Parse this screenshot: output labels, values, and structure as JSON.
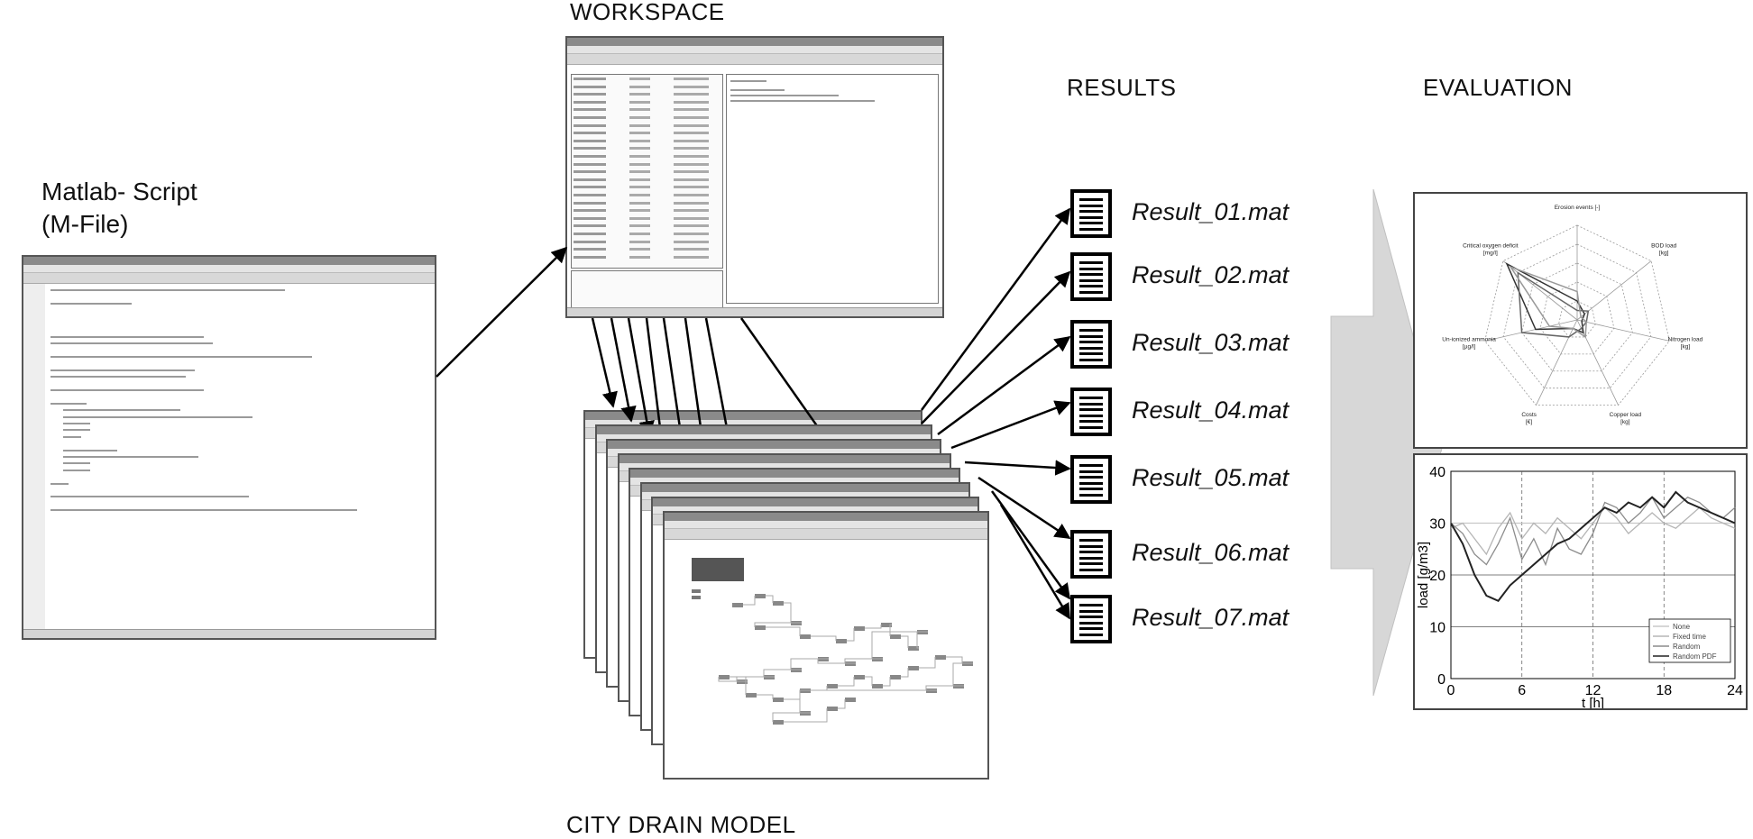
{
  "labels": {
    "workspace": "WORKSPACE",
    "results": "RESULTS",
    "evaluation": "EVALUATION",
    "script_line1": "Matlab- Script",
    "script_line2": "(M-File)",
    "city_drain": "CITY DRAIN MODEL"
  },
  "result_files": [
    "Result_01.mat",
    "Result_02.mat",
    "Result_03.mat",
    "Result_04.mat",
    "Result_05.mat",
    "Result_06.mat",
    "Result_07.mat"
  ],
  "radar_chart": {
    "axes": [
      "Erosion events [-]",
      "BOD load\n[kg]",
      "Nitrogen load\n[kg]",
      "Copper load\n[kg]",
      "Costs\n[€]",
      "Un-ionized ammonia\n[µg/l]",
      "Critical oxygen deficit\n[mg/l]"
    ]
  },
  "chart_data": {
    "type": "line",
    "xlabel": "t [h]",
    "ylabel": "load [g/m3]",
    "xlim": [
      0,
      24
    ],
    "ylim": [
      0,
      40
    ],
    "xticks": [
      0,
      6,
      12,
      18,
      24
    ],
    "yticks": [
      0,
      10,
      20,
      30,
      40
    ],
    "series": [
      {
        "name": "None",
        "color": "#c8c8c8",
        "x": [
          0,
          1,
          2,
          3,
          4,
          5,
          6,
          7,
          8,
          9,
          10,
          11,
          12,
          13,
          14,
          15,
          16,
          17,
          18,
          19,
          20,
          21,
          22,
          23,
          24
        ],
        "y": [
          30,
          30,
          30,
          30,
          30,
          30,
          30,
          30,
          30,
          30,
          30,
          30,
          30,
          30,
          30,
          30,
          30,
          30,
          30,
          30,
          30,
          30,
          30,
          30,
          30
        ]
      },
      {
        "name": "Fixed time",
        "color": "#b5b5b5",
        "x": [
          0,
          1,
          2,
          3,
          4,
          5,
          6,
          7,
          8,
          9,
          10,
          11,
          12,
          13,
          14,
          15,
          16,
          17,
          18,
          19,
          20,
          21,
          22,
          23,
          24
        ],
        "y": [
          29,
          30,
          27,
          24,
          29,
          32,
          27,
          30,
          28,
          31,
          29,
          27,
          30,
          33,
          31,
          28,
          30,
          32,
          30,
          29,
          31,
          33,
          31,
          30,
          29
        ]
      },
      {
        "name": "Random",
        "color": "#8c8c8c",
        "x": [
          0,
          1,
          2,
          3,
          4,
          5,
          6,
          7,
          8,
          9,
          10,
          11,
          12,
          13,
          14,
          15,
          16,
          17,
          18,
          19,
          20,
          21,
          22,
          23,
          24
        ],
        "y": [
          30,
          28,
          24,
          22,
          26,
          31,
          23,
          27,
          22,
          29,
          25,
          24,
          28,
          34,
          33,
          30,
          32,
          35,
          31,
          33,
          35,
          34,
          32,
          31,
          33
        ]
      },
      {
        "name": "Random PDF",
        "color": "#222222",
        "x": [
          0,
          1,
          2,
          3,
          4,
          5,
          6,
          7,
          8,
          9,
          10,
          11,
          12,
          13,
          14,
          15,
          16,
          17,
          18,
          19,
          20,
          21,
          22,
          23,
          24
        ],
        "y": [
          30,
          26,
          20,
          16,
          15,
          18,
          20,
          22,
          24,
          26,
          27,
          29,
          31,
          33,
          32,
          34,
          33,
          35,
          33,
          36,
          34,
          33,
          32,
          31,
          30
        ]
      }
    ],
    "legend": "bottom-right",
    "grid": true
  }
}
